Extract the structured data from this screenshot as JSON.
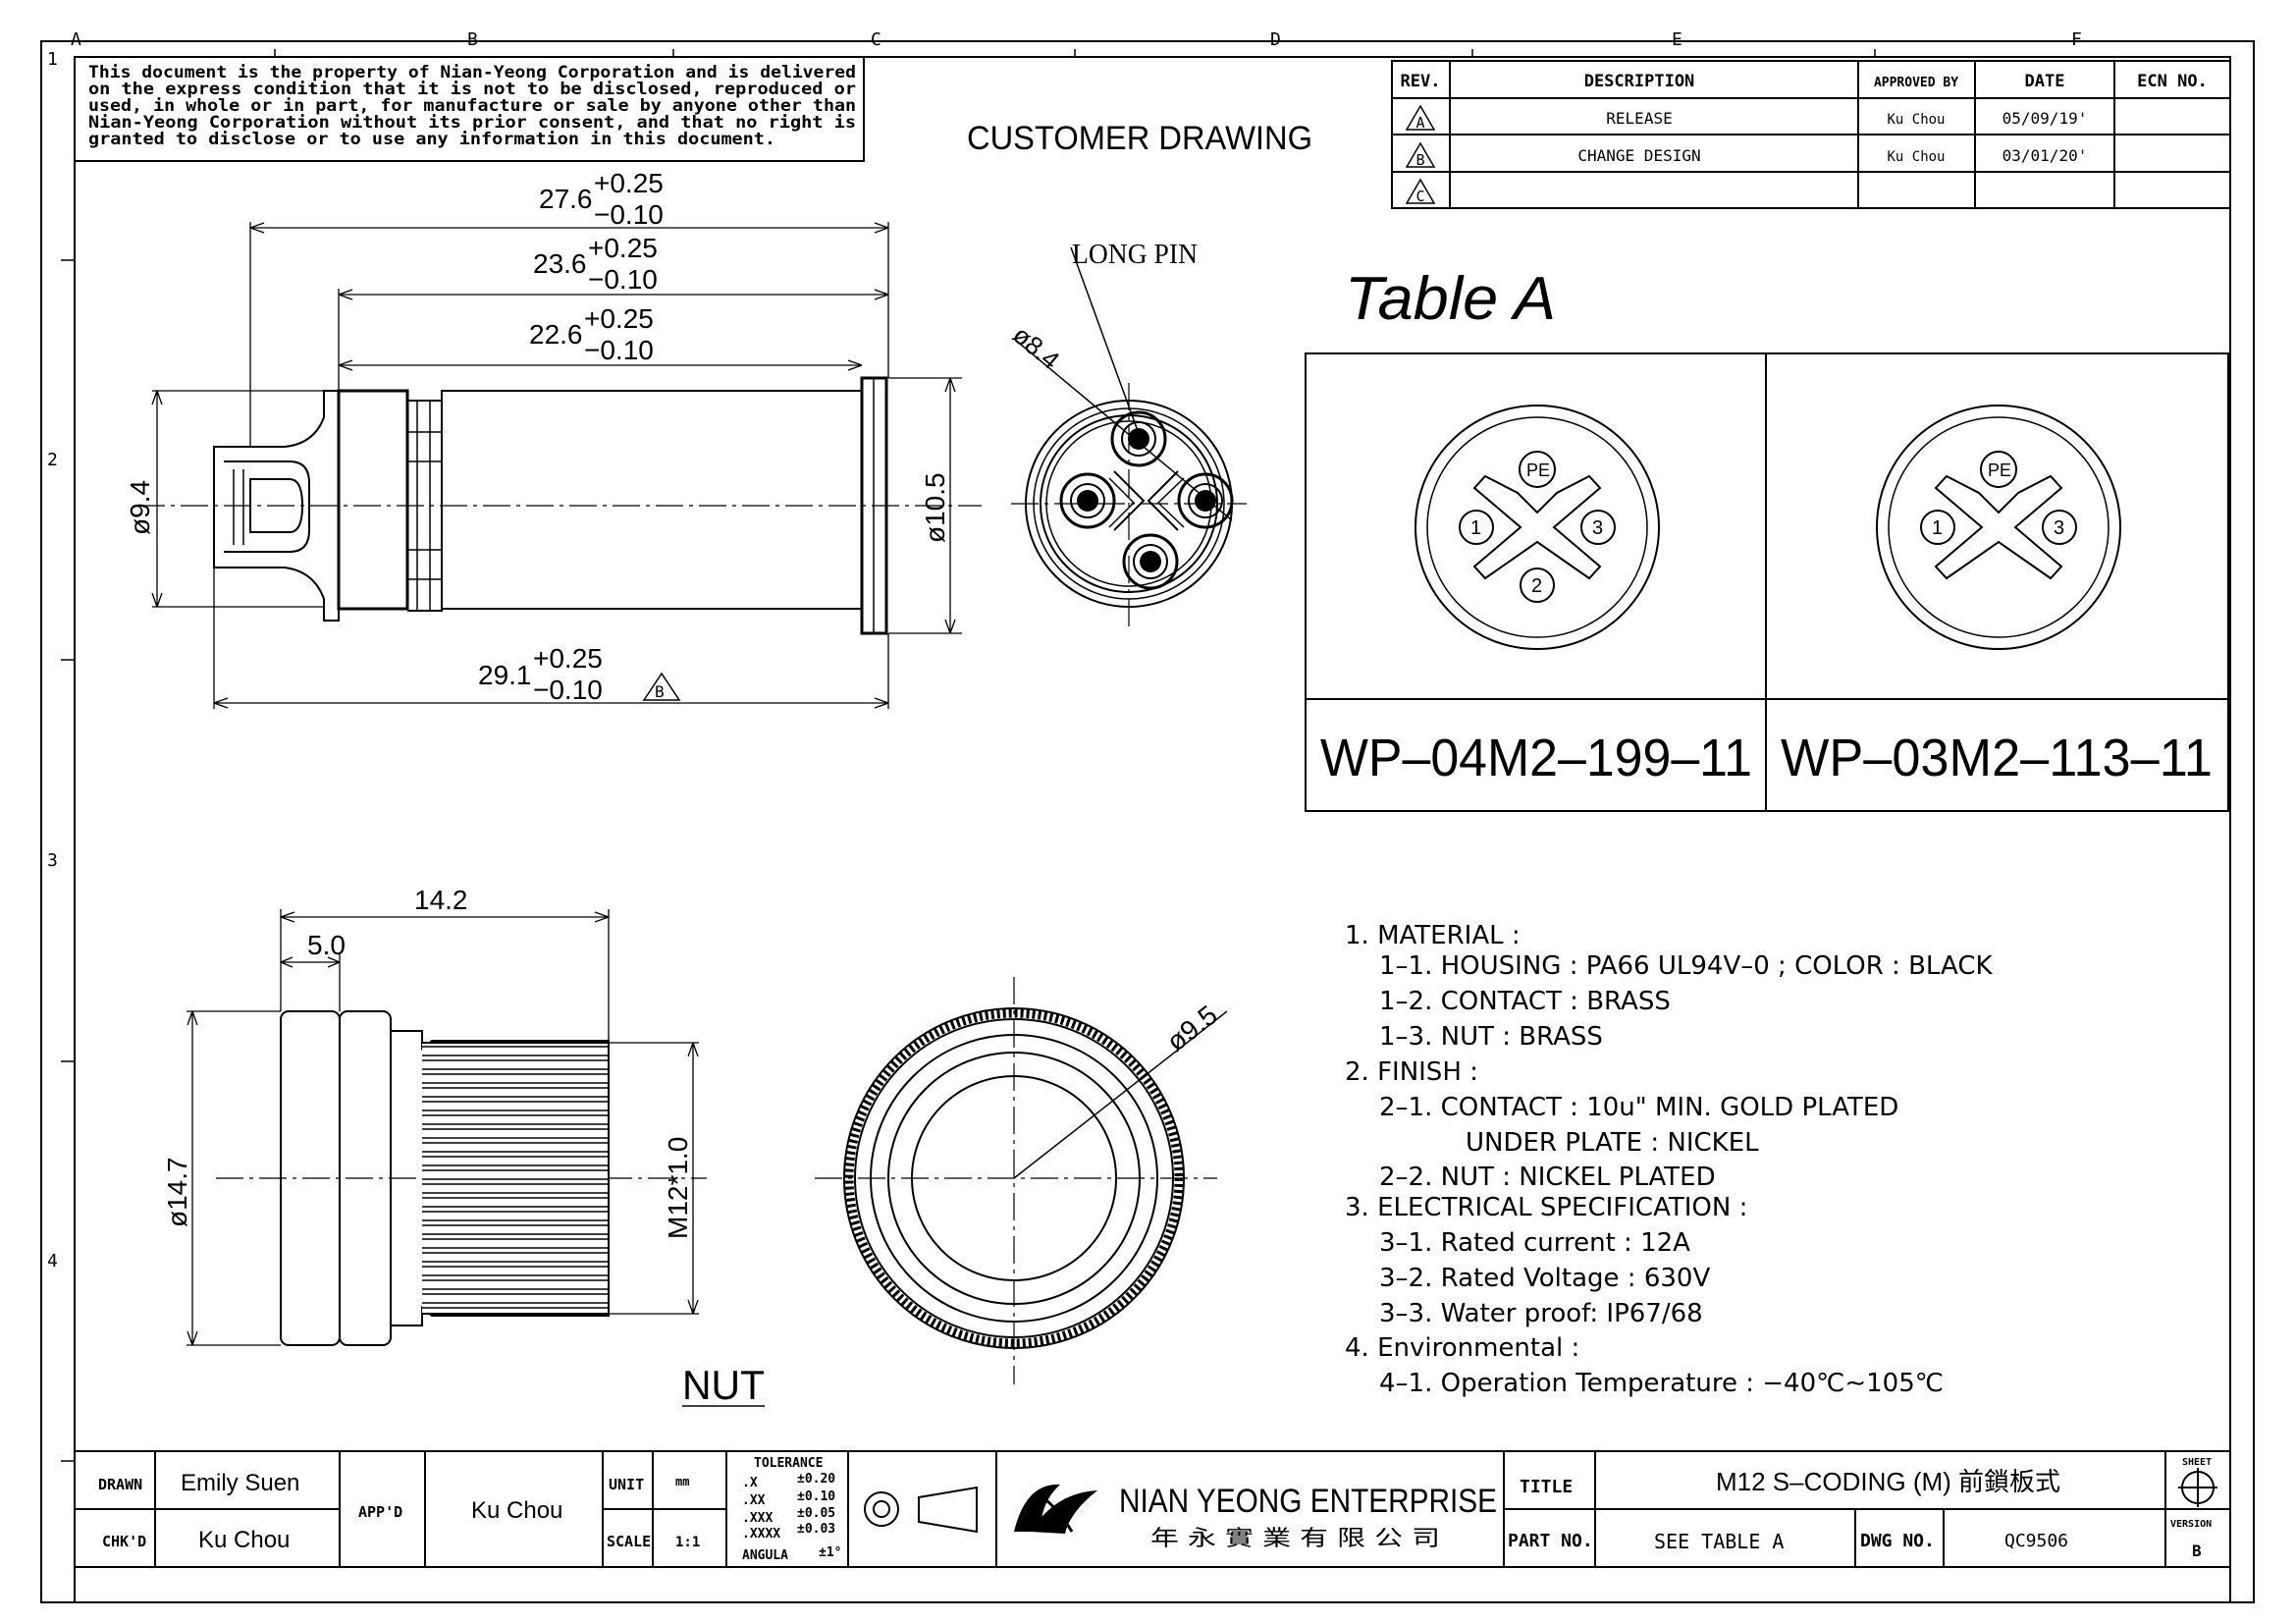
{
  "frame": {
    "col_letters": [
      "A",
      "B",
      "C",
      "D",
      "E",
      "F"
    ],
    "row_numbers": [
      "1",
      "2",
      "3",
      "4"
    ]
  },
  "disclaimer": [
    "This document is the property of Nian-Yeong Corporation and is delivered",
    "on  the  express condition that it is not to be disclosed, reproduced or",
    "used, in whole or in part, for manufacture or sale by anyone other than",
    "Nian-Yeong Corporation without  its prior consent, and that  no right  is",
    "granted to disclose or to use any information in this  document."
  ],
  "customer_drawing": "CUSTOMER  DRAWING",
  "revision_table": {
    "headers": [
      "REV.",
      "DESCRIPTION",
      "APPROVED BY",
      "DATE",
      "ECN NO."
    ],
    "rows": [
      {
        "rev": "A",
        "description": "RELEASE",
        "approved": "Ku Chou",
        "date": "05/09/19'",
        "ecn": ""
      },
      {
        "rev": "B",
        "description": "CHANGE DESIGN",
        "approved": "Ku Chou",
        "date": "03/01/20'",
        "ecn": ""
      },
      {
        "rev": "C",
        "description": "",
        "approved": "",
        "date": "",
        "ecn": ""
      }
    ]
  },
  "dimensions": {
    "d27": {
      "nominal": "27.6",
      "upper": "+0.25",
      "lower": "−0.10"
    },
    "d23": {
      "nominal": "23.6",
      "upper": "+0.25",
      "lower": "−0.10"
    },
    "d22": {
      "nominal": "22.6",
      "upper": "+0.25",
      "lower": "−0.10"
    },
    "d29": {
      "nominal": "29.1",
      "upper": "+0.25",
      "lower": "−0.10"
    },
    "rev_mark": "B",
    "dia94": "ø9.4",
    "dia105": "ø10.5",
    "dia84": "ø8.4",
    "long_pin": "LONG PIN",
    "d142": "14.2",
    "d50": "5.0",
    "dia147": "ø14.7",
    "m12": "M12*1.0",
    "dia95": "ø9.5",
    "nut_label": "NUT"
  },
  "table_a": {
    "title": "Table  A",
    "pe_label": "PE",
    "pin_labels": [
      "1",
      "2",
      "3"
    ],
    "parts": [
      "WP–04M2–199–11",
      "WP–03M2–113–11"
    ]
  },
  "notes": [
    "1.  MATERIAL  :",
    "1–1.  HOUSING  :  PA66  UL94V–0  ;  COLOR  :  BLACK",
    "1–2.  CONTACT  :  BRASS",
    "1–3.  NUT  :  BRASS",
    "2.  FINISH  :",
    "2–1.  CONTACT  :  10u\"  MIN.  GOLD  PLATED",
    "UNDER  PLATE  :  NICKEL",
    "2–2.  NUT  :  NICKEL  PLATED",
    "3.  ELECTRICAL  SPECIFICATION  :",
    "3–1.  Rated  current  :  12A",
    "3–2.  Rated  Voltage  :  630V",
    "3–3.  Water  proof:  IP67/68",
    "4.  Environmental  :",
    "4–1.  Operation  Temperature  :  −40℃∼105℃"
  ],
  "title_block": {
    "drawn_label": "DRAWN",
    "drawn": "Emily Suen",
    "chkd_label": "CHK'D",
    "chkd": "Ku Chou",
    "appd_label": "APP'D",
    "appd": "Ku Chou",
    "unit_label": "UNIT",
    "unit": "mm",
    "scale_label": "SCALE",
    "scale": "1:1",
    "tolerance_label": "TOLERANCE",
    "tolerances": [
      {
        "k": ".X",
        "v": "±0.20"
      },
      {
        "k": ".XX",
        "v": "±0.10"
      },
      {
        "k": ".XXX",
        "v": "±0.05"
      },
      {
        "k": ".XXXX",
        "v": "±0.03"
      },
      {
        "k": "ANGULA",
        "v": "±1°"
      }
    ],
    "company": "NIAN YEONG ENTERPRISE",
    "company_cn": "年 永 實 業 有 限 公 司",
    "title_label": "TITLE",
    "title": "M12  S–CODING  (M)  前鎖板式",
    "partno_label": "PART NO.",
    "partno": "SEE  TABLE  A",
    "dwgno_label": "DWG NO.",
    "dwgno": "QC9506",
    "sheet_label": "SHEET",
    "version_label": "VERSION",
    "version": "B"
  }
}
